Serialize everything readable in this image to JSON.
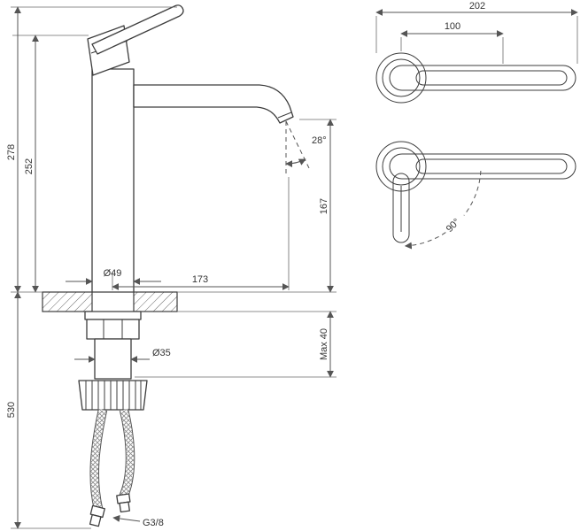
{
  "diagram": {
    "type": "technical-drawing",
    "subject": "single-lever tall basin faucet with dimensions, side view and top views",
    "colors": {
      "line": "#3d3d3d",
      "dimension_line": "#555555",
      "background": "#ffffff",
      "text": "#333333"
    },
    "labels": {
      "total_height": "278",
      "body_height": "252",
      "hose_length": "530",
      "body_diameter": "Ø49",
      "spout_reach": "173",
      "spout_height": "167",
      "spout_angle": "28°",
      "max_deck_thickness": "Max 40",
      "shank_diameter": "Ø35",
      "connection_thread": "G3/8",
      "handle_total_length": "202",
      "handle_grip_length": "100",
      "handle_swing_angle": "90°"
    }
  }
}
